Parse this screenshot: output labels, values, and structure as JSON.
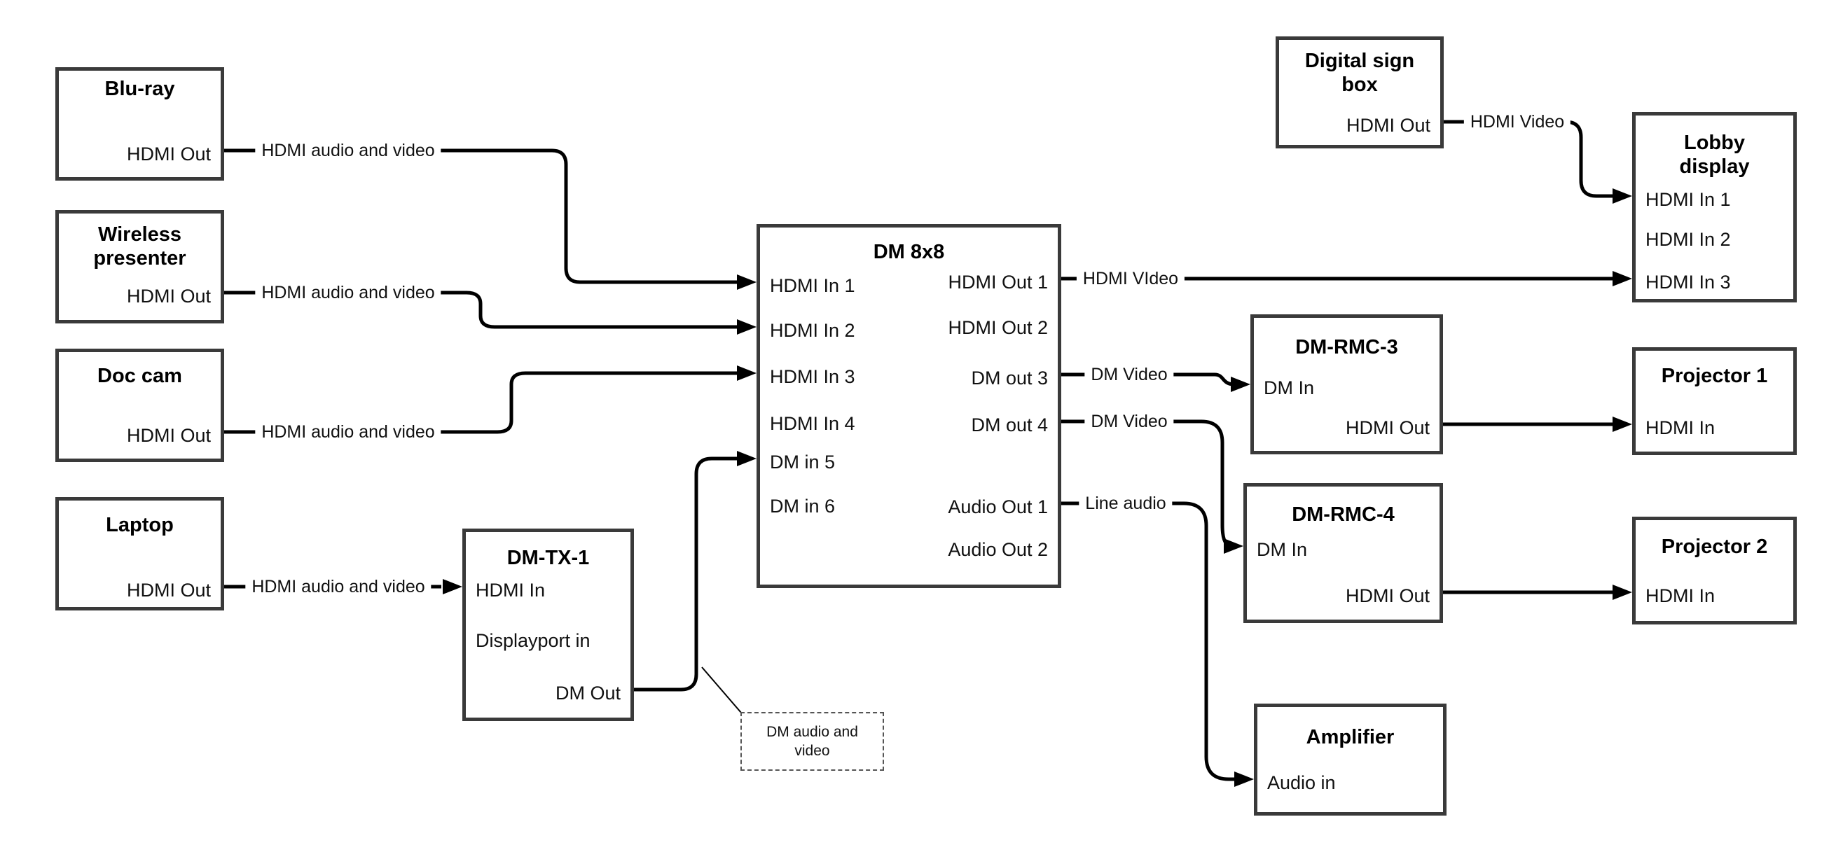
{
  "diagram": {
    "nodes": {
      "bluray": {
        "title": "Blu-ray",
        "ports": {
          "out": "HDMI Out"
        }
      },
      "wireless": {
        "title": "Wireless presenter",
        "ports": {
          "out": "HDMI Out"
        }
      },
      "doccam": {
        "title": "Doc cam",
        "ports": {
          "out": "HDMI Out"
        }
      },
      "laptop": {
        "title": "Laptop",
        "ports": {
          "out": "HDMI Out"
        }
      },
      "dmtx1": {
        "title": "DM-TX-1",
        "ports": {
          "hdmi_in": "HDMI In",
          "dp_in": "Displayport in",
          "dm_out": "DM Out"
        }
      },
      "dm8x8": {
        "title": "DM 8x8",
        "ports": {
          "in1": "HDMI In 1",
          "in2": "HDMI In 2",
          "in3": "HDMI In 3",
          "in4": "HDMI In 4",
          "in5": "DM in 5",
          "in6": "DM in 6",
          "out1": "HDMI Out 1",
          "out2": "HDMI Out 2",
          "out3": "DM out 3",
          "out4": "DM out 4",
          "aout1": "Audio Out 1",
          "aout2": "Audio Out 2"
        }
      },
      "digitalsign": {
        "title": "Digital sign box",
        "ports": {
          "out": "HDMI Out"
        }
      },
      "lobby": {
        "title": "Lobby display",
        "ports": {
          "in1": "HDMI In 1",
          "in2": "HDMI In 2",
          "in3": "HDMI In 3"
        }
      },
      "dmrmc3": {
        "title": "DM-RMC-3",
        "ports": {
          "dm_in": "DM In",
          "hdmi_out": "HDMI Out"
        }
      },
      "proj1": {
        "title": "Projector 1",
        "ports": {
          "in": "HDMI In"
        }
      },
      "dmrmc4": {
        "title": "DM-RMC-4",
        "ports": {
          "dm_in": "DM In",
          "hdmi_out": "HDMI Out"
        }
      },
      "proj2": {
        "title": "Projector 2",
        "ports": {
          "in": "HDMI In"
        }
      },
      "amplifier": {
        "title": "Amplifier",
        "ports": {
          "in": "Audio in"
        }
      }
    },
    "edge_labels": {
      "bluray": "HDMI audio and video",
      "wireless": "HDMI audio and video",
      "doccam": "HDMI audio and video",
      "laptop": "HDMI audio and video",
      "long_video": "HDMI VIdeo",
      "dm_video_3": "DM Video",
      "dm_video_4": "DM Video",
      "line_audio": "Line audio",
      "sign_video": "HDMI Video"
    },
    "annotation": "DM audio and video",
    "colors": {
      "line": "#000000",
      "box_border": "#3a3a3a",
      "background": "#ffffff"
    }
  }
}
